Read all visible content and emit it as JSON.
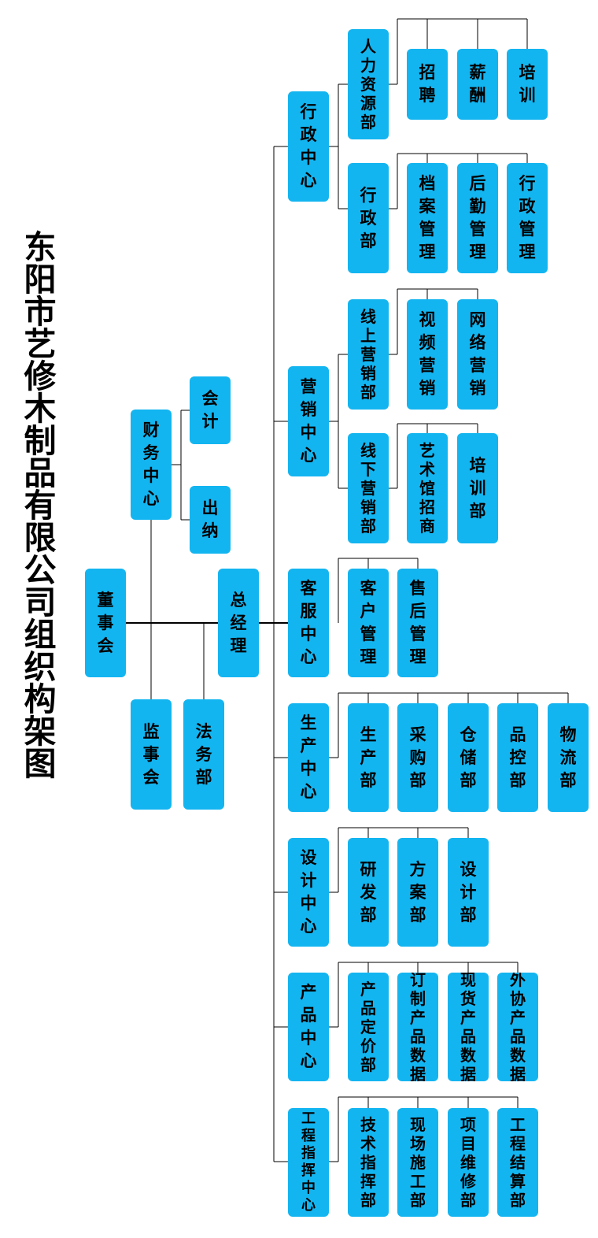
{
  "title": "东阳市艺修木制品有限公司组织构架图",
  "colors": {
    "box": "#13b5f0",
    "line": "#000000",
    "text": "#000000"
  },
  "top": {
    "board": "董事会",
    "finance_center": "财务中心",
    "accounting": "会计",
    "cashier": "出纳",
    "general_manager": "总经理",
    "supervisory_board": "监事会",
    "legal": "法务部"
  },
  "centers": [
    {
      "label": "行政中心",
      "groups": [
        {
          "dept": "人力资源部",
          "subs": [
            "招聘",
            "薪酬",
            "培训"
          ]
        },
        {
          "dept": "行政部",
          "subs": [
            "档案管理",
            "后勤管理",
            "行政管理"
          ]
        }
      ]
    },
    {
      "label": "营销中心",
      "groups": [
        {
          "dept": "线上营销部",
          "subs": [
            "视频营销",
            "网络营销"
          ]
        },
        {
          "dept": "线下营销部",
          "subs": [
            "艺术馆招商",
            "培训部"
          ]
        }
      ]
    },
    {
      "label": "客服中心",
      "depts": [
        "客户管理",
        "售后管理"
      ]
    },
    {
      "label": "生产中心",
      "depts": [
        "生产部",
        "采购部",
        "仓储部",
        "品控部",
        "物流部"
      ]
    },
    {
      "label": "设计中心",
      "depts": [
        "研发部",
        "方案部",
        "设计部"
      ]
    },
    {
      "label": "产品中心",
      "depts": [
        "产品定价部",
        "订制产品数据",
        "现货产品数据",
        "外协产品数据"
      ]
    },
    {
      "label": "工程指挥中心",
      "depts": [
        "技术指挥部",
        "现场施工部",
        "项目维修部",
        "工程结算部"
      ]
    }
  ]
}
